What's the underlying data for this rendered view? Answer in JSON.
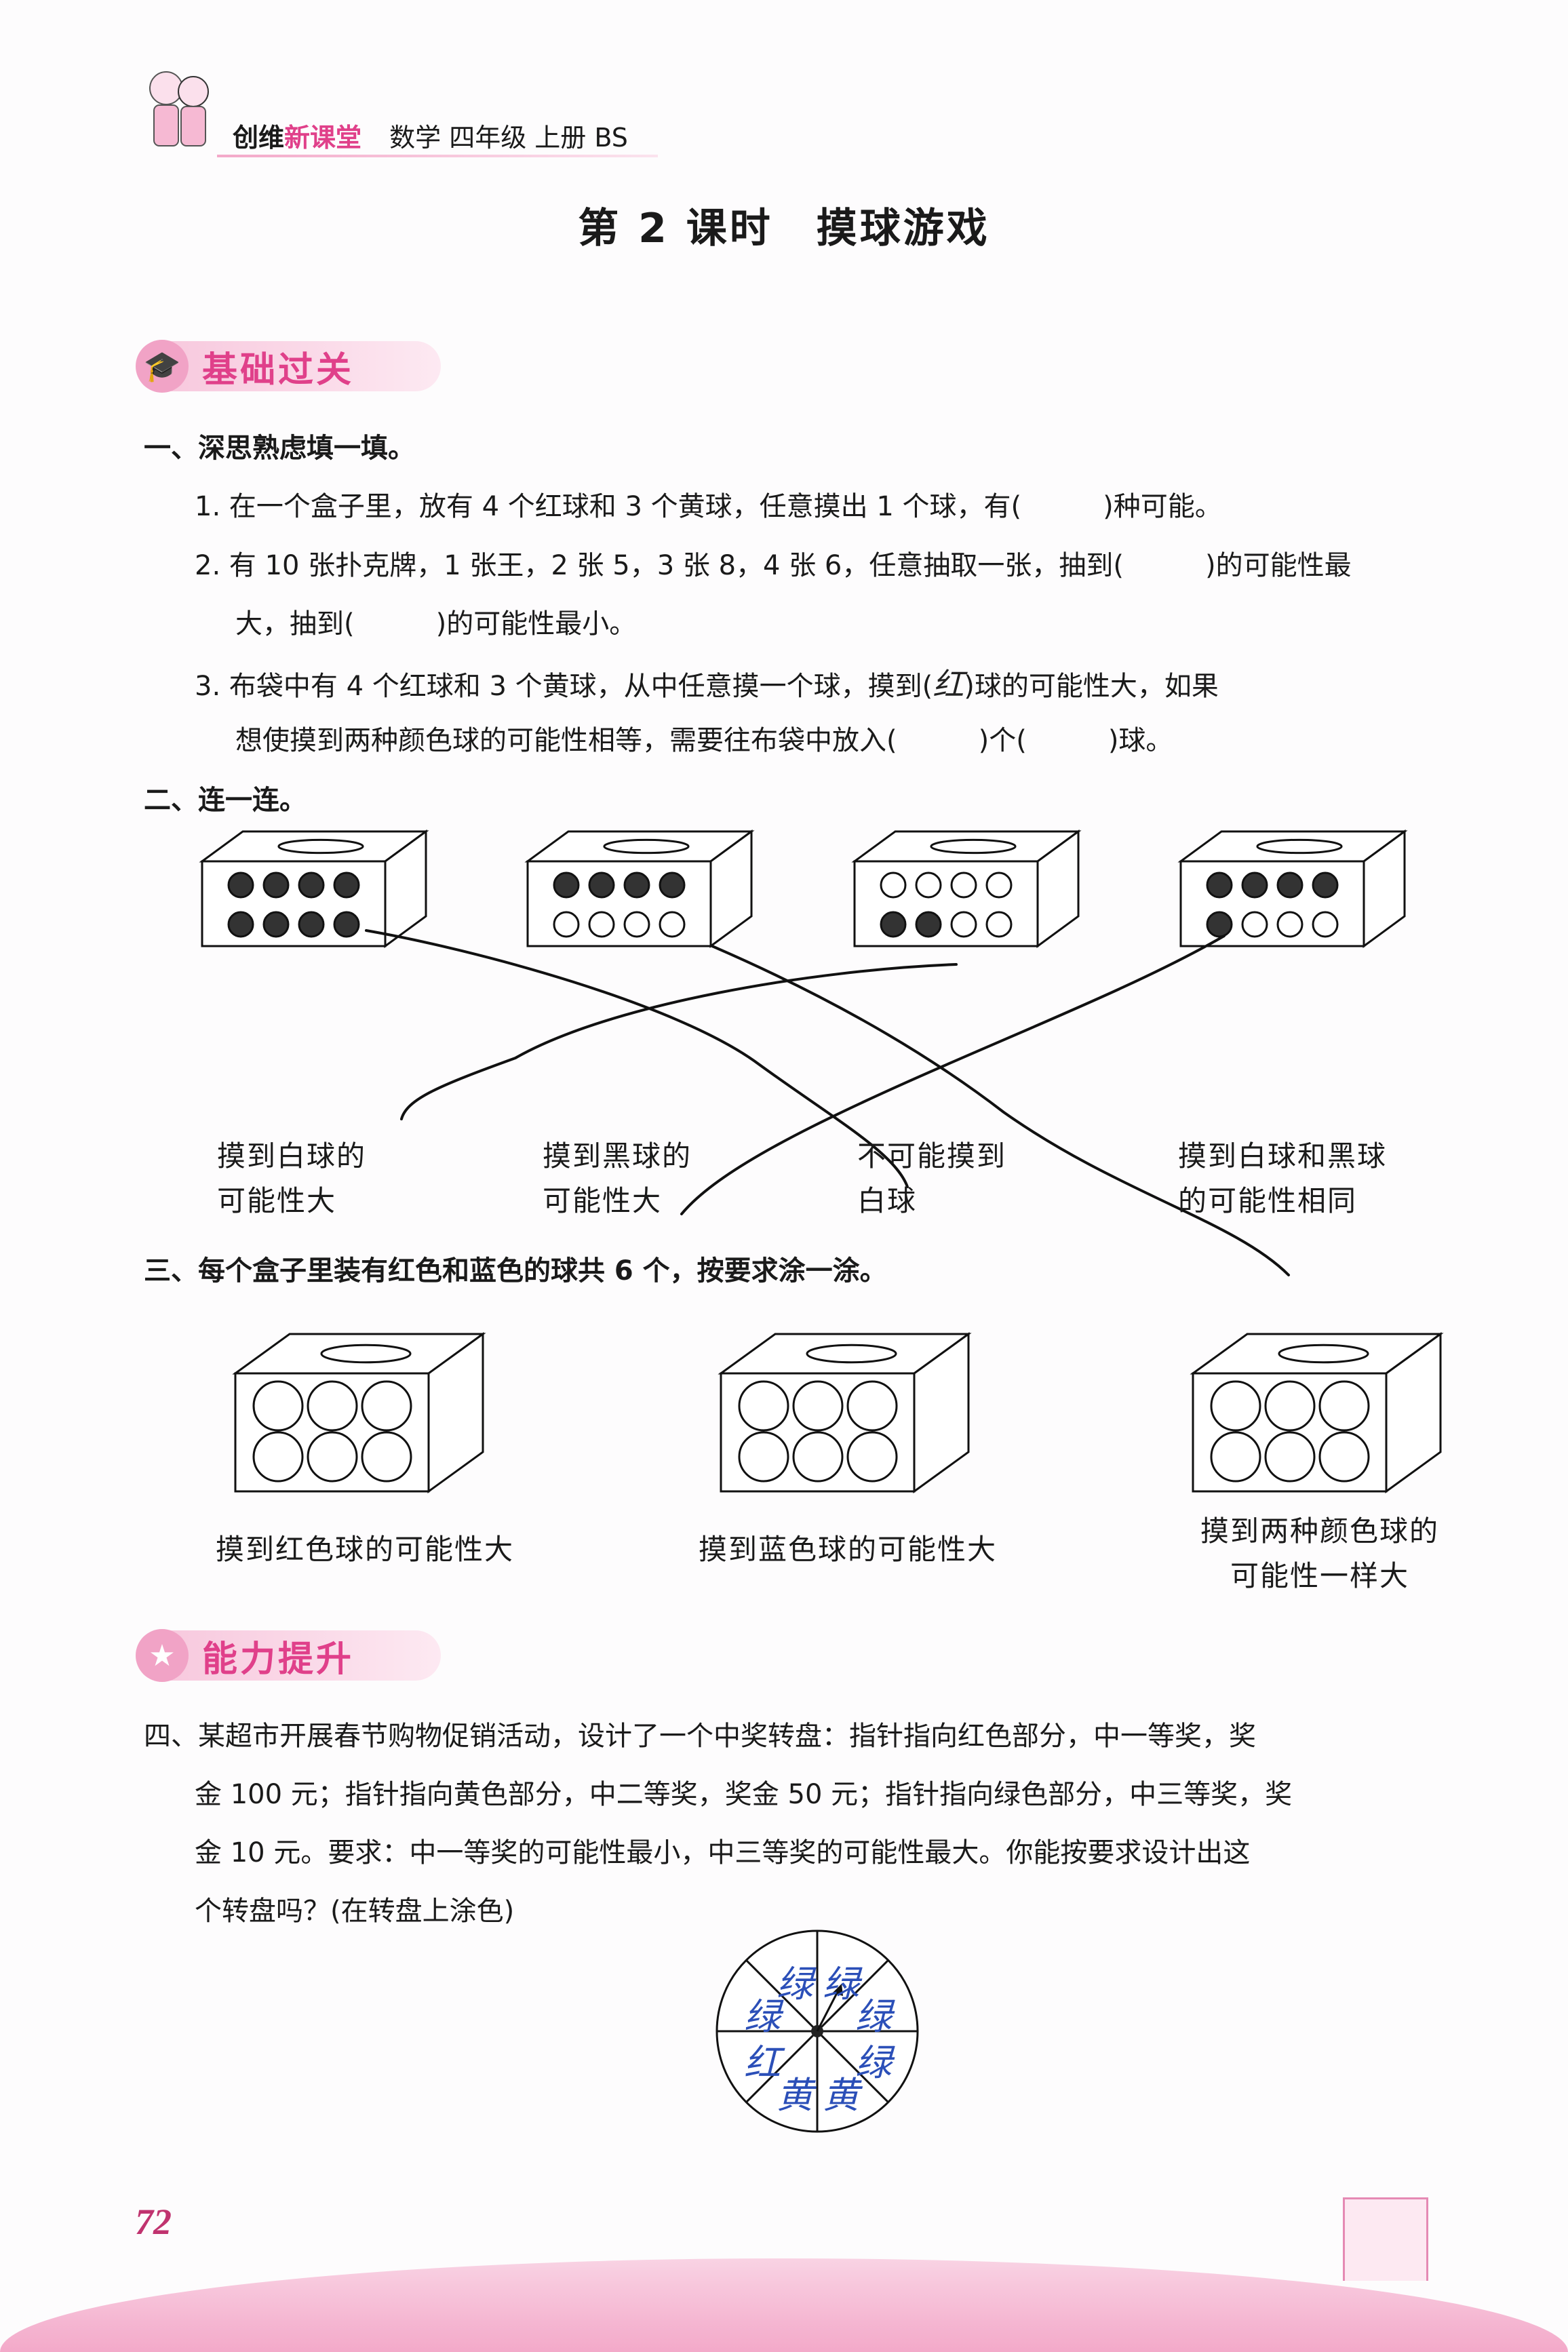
{
  "header": {
    "brand_black": "创维",
    "brand_pink": "新课堂",
    "subject": "数学 四年级 上册 BS"
  },
  "title": "第 2 课时　摸球游戏",
  "section1": {
    "badge": "基础过关",
    "icon": "graduation-cap-icon"
  },
  "part1": {
    "heading": "一、深思熟虑填一填。",
    "q1": "1. 在一个盒子里，放有 4 个红球和 3 个黄球，任意摸出 1 个球，有(　　　)种可能。",
    "q2_a": "2. 有 10 张扑克牌，1 张王，2 张 5，3 张 8，4 张 6，任意抽取一张，抽到(　　　)的可能性最",
    "q2_b": "大，抽到(　　　)的可能性最小。",
    "q3_a_pre": "3. 布袋中有 4 个红球和 3 个黄球，从中任意摸一个球，摸到(",
    "q3_answer": "红",
    "q3_a_post": ")球的可能性大，如果",
    "q3_b": "想使摸到两种颜色球的可能性相等，需要往布袋中放入(　　　)个(　　　)球。"
  },
  "part2": {
    "heading": "二、连一连。",
    "boxes": [
      {
        "balls": [
          1,
          1,
          1,
          1,
          1,
          1,
          1,
          1
        ]
      },
      {
        "balls": [
          1,
          1,
          1,
          1,
          0,
          0,
          0,
          0
        ]
      },
      {
        "balls": [
          0,
          0,
          0,
          0,
          1,
          1,
          0,
          0
        ]
      },
      {
        "balls": [
          1,
          1,
          1,
          1,
          1,
          0,
          0,
          0
        ]
      }
    ],
    "labels": [
      [
        "摸到白球的",
        "可能性大"
      ],
      [
        "摸到黑球的",
        "可能性大"
      ],
      [
        "不可能摸到",
        "白球"
      ],
      [
        "摸到白球和黑球",
        "的可能性相同"
      ]
    ]
  },
  "part3": {
    "heading": "三、每个盒子里装有红色和蓝色的球共 6 个，按要求涂一涂。",
    "labels": [
      [
        "摸到红色球的可能性大"
      ],
      [
        "摸到蓝色球的可能性大"
      ],
      [
        "摸到两种颜色球的",
        "可能性一样大"
      ]
    ]
  },
  "section2": {
    "badge": "能力提升",
    "icon": "trophy-icon"
  },
  "part4": {
    "line1": "四、某超市开展春节购物促销活动，设计了一个中奖转盘：指针指向红色部分，中一等奖，奖",
    "line2": "金 100 元；指针指向黄色部分，中二等奖，奖金 50 元；指针指向绿色部分，中三等奖，奖",
    "line3": "金 10 元。要求：中一等奖的可能性最小，中三等奖的可能性最大。你能按要求设计出这",
    "line4": "个转盘吗？(在转盘上涂色)",
    "spinner_labels": [
      "绿",
      "绿",
      "绿",
      "绿",
      "黄",
      "黄",
      "红",
      "绿"
    ],
    "handwriting_color": "#2b4fb8"
  },
  "page_number": "72",
  "colors": {
    "accent": "#e0408a",
    "ink": "#1a1a1a",
    "pen": "#2b4fb8"
  }
}
